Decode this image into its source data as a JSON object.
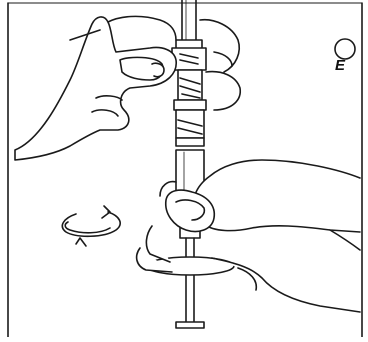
{
  "figure": {
    "step_label": "E",
    "line_color": "#1a1a1a",
    "background_color": "#ffffff",
    "icons": {
      "rotate": "counterclockwise-rotation-arrow",
      "step_marker": "circle-marker"
    }
  }
}
